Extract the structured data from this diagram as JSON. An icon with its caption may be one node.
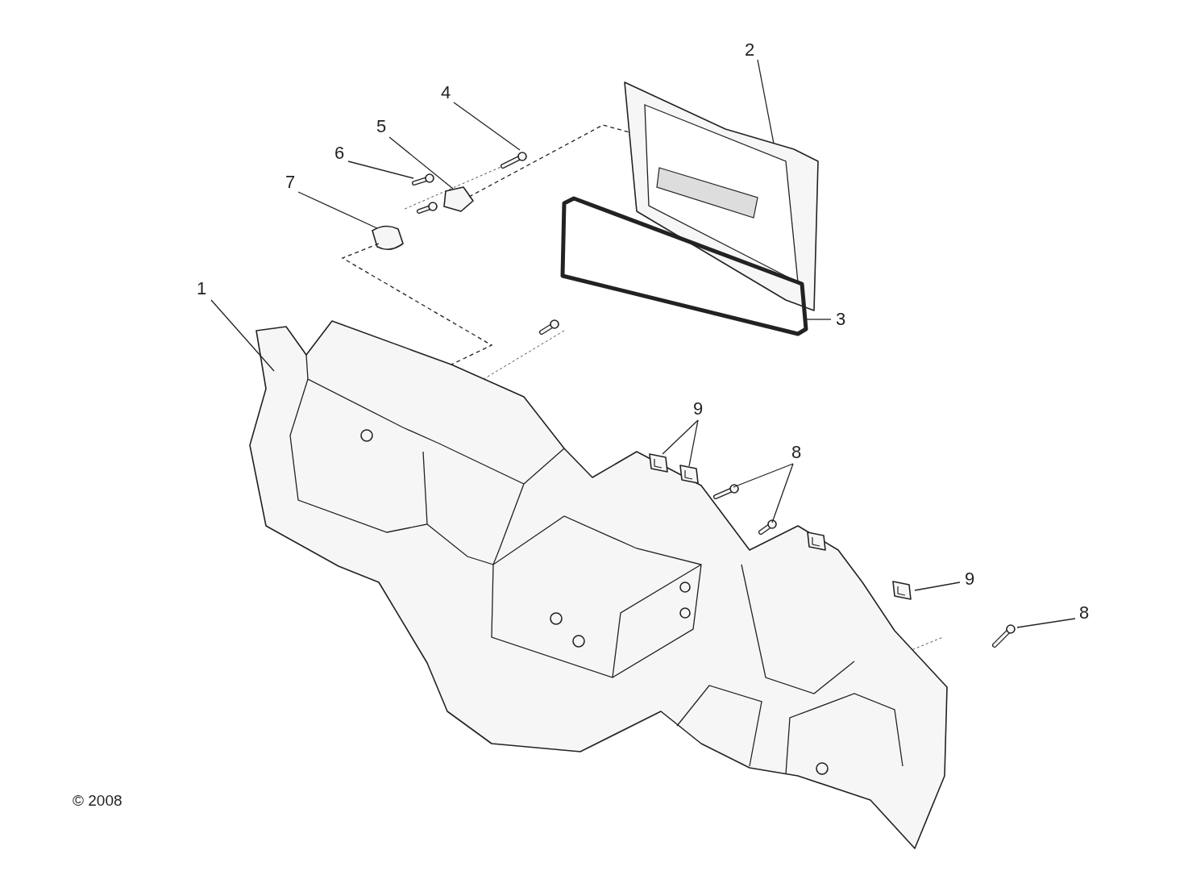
{
  "diagram": {
    "nodes": [
      {
        "text": [
          "1"
        ]
      },
      {
        "text": [
          "2"
        ]
      },
      {
        "text": [
          "3"
        ]
      },
      {
        "text": [
          "4"
        ]
      },
      {
        "text": [
          "5"
        ]
      },
      {
        "text": [
          "6"
        ]
      },
      {
        "text": [
          "7"
        ]
      },
      {
        "text": [
          "9"
        ]
      },
      {
        "text": [
          "8"
        ]
      },
      {
        "text": [
          "9"
        ]
      },
      {
        "text": [
          "8"
        ]
      },
      {
        "text": [],
        "shape": "picture"
      },
      {
        "text": [],
        "shape": "picture"
      },
      {
        "text": [],
        "shape": "picture"
      },
      {
        "text": [],
        "shape": "picture"
      },
      {
        "text": [],
        "shape": "picture"
      },
      {
        "text": [],
        "shape": "picture"
      },
      {
        "text": [],
        "shape": "picture"
      },
      {
        "text": [],
        "shape": "picture"
      },
      {
        "text": [],
        "shape": "picture"
      },
      {
        "text": [],
        "shape": "picture"
      },
      {
        "text": [],
        "shape": "picture"
      },
      {
        "text": [],
        "shape": "picture"
      },
      {
        "text": [],
        "shape": "picture"
      }
    ],
    "edges": [
      {
        "from": 0,
        "to": 11,
        "arrow": "none"
      },
      {
        "from": 1,
        "to": 12,
        "arrow": "none"
      },
      {
        "from": 2,
        "to": 13,
        "arrow": "none"
      },
      {
        "from": 3,
        "to": 14,
        "arrow": "none"
      },
      {
        "from": 4,
        "to": 15,
        "arrow": "none"
      },
      {
        "from": 5,
        "to": 16,
        "arrow": "none"
      },
      {
        "from": 6,
        "to": 17,
        "arrow": "none"
      },
      {
        "from": 7,
        "to": 18,
        "arrow": "none"
      },
      {
        "from": 7,
        "to": 19,
        "arrow": "none"
      },
      {
        "from": 8,
        "to": 20,
        "arrow": "none"
      },
      {
        "from": 8,
        "to": 21,
        "arrow": "none"
      },
      {
        "from": 9,
        "to": 22,
        "arrow": "none"
      },
      {
        "from": 10,
        "to": 23,
        "arrow": "none"
      },
      {
        "from": 17,
        "to": 11,
        "arrow": "none",
        "style": "dashed"
      },
      {
        "from": 15,
        "to": 12,
        "arrow": "none",
        "style": "dashed"
      }
    ],
    "labels": [
      "© 2008"
    ]
  }
}
